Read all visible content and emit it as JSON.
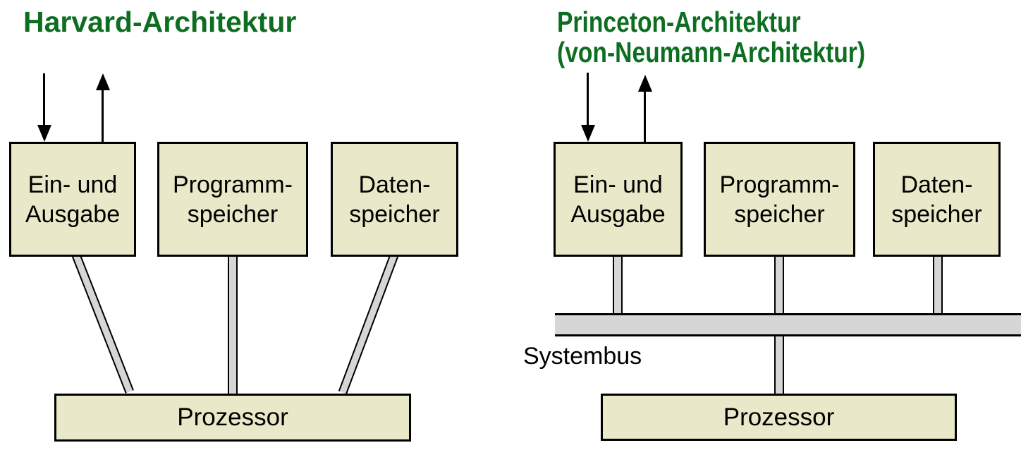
{
  "left": {
    "title": "Harvard-Architektur",
    "io_box": "Ein- und\nAusgabe",
    "program_box": "Programm-\nspeicher",
    "data_box": "Daten-\nspeicher",
    "processor_box": "Prozessor"
  },
  "right": {
    "title_line1": "Princeton-Architektur",
    "title_line2": "(von-Neumann-Architektur)",
    "io_box": "Ein- und\nAusgabe",
    "program_box": "Programm-\nspeicher",
    "data_box": "Daten-\nspeicher",
    "processor_box": "Prozessor",
    "bus_label": "Systembus"
  },
  "colors": {
    "title_green": "#0d6e21",
    "box_fill": "#e9e9c9",
    "connector_fill": "#d6d6d6",
    "line_black": "#000000"
  }
}
